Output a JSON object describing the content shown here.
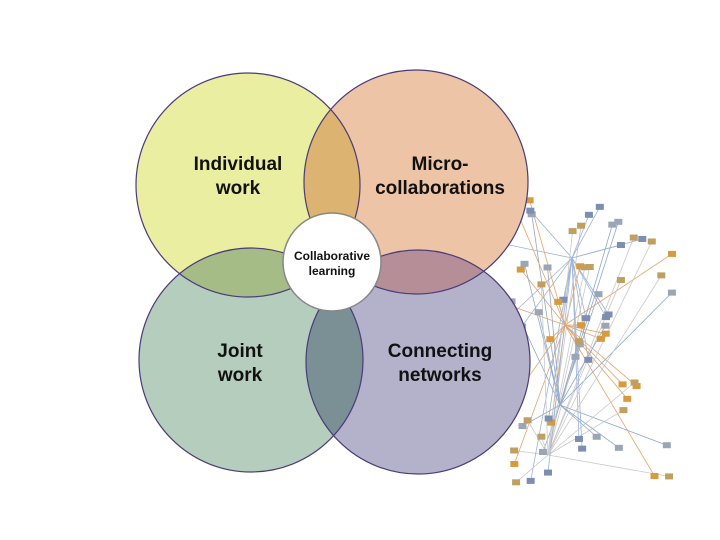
{
  "diagram": {
    "circles": [
      {
        "id": "individual",
        "label": "Individual\nwork",
        "fill": "#e9eea1"
      },
      {
        "id": "micro",
        "label": "Micro-\ncollaborations",
        "fill": "#edc4a5"
      },
      {
        "id": "joint",
        "label": "Joint\nwork",
        "fill": "#b5cdbc"
      },
      {
        "id": "networks",
        "label": "Connecting\nnetworks",
        "fill": "#b3b2ca"
      }
    ],
    "center": {
      "label": "Collaborative\nlearning",
      "fill": "#ffffff"
    },
    "overlaps": {
      "top": "#dcb370",
      "left": "#a6bc86",
      "right": "#b58e97",
      "bottom": "#7a9094"
    },
    "outline_color": "#4a3b7a",
    "network_image": "network-graph"
  }
}
